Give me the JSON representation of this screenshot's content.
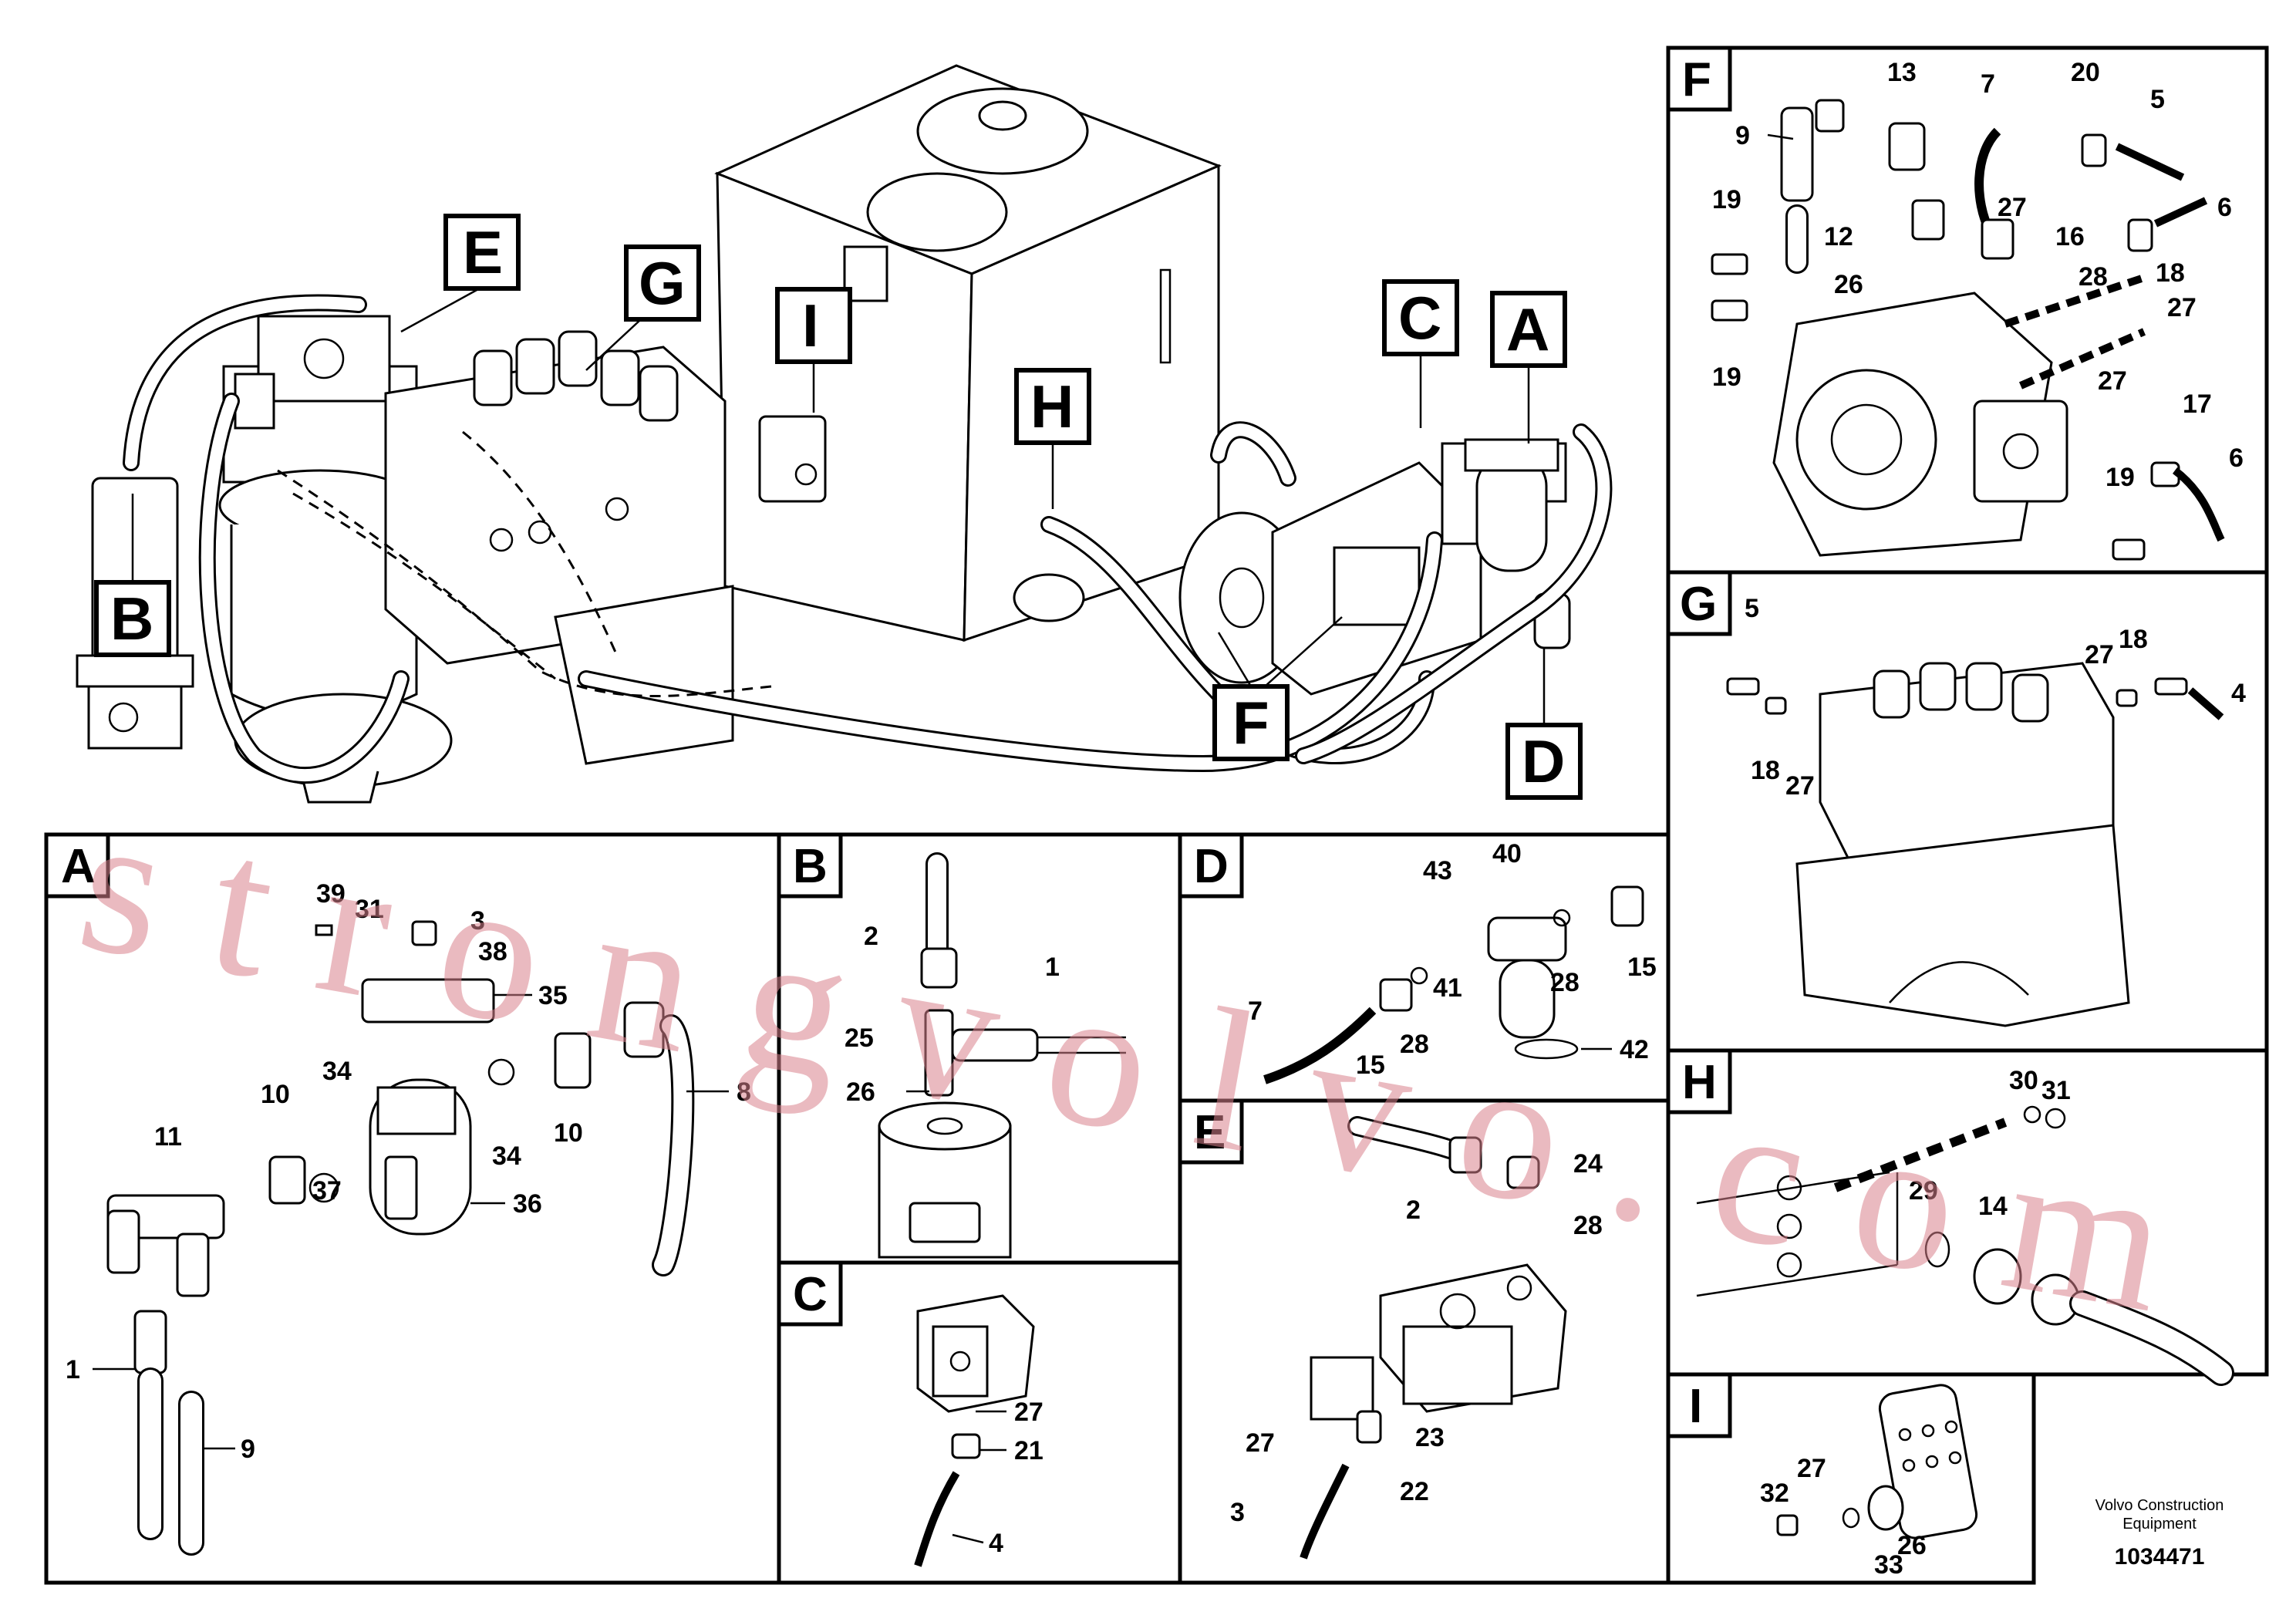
{
  "main_view": {
    "callouts": {
      "E": "E",
      "G": "G",
      "I": "I",
      "H": "H",
      "C": "C",
      "A": "A",
      "B": "B",
      "F": "F",
      "D": "D"
    }
  },
  "panels": {
    "F": {
      "tag": "F",
      "labels": [
        "13",
        "7",
        "20",
        "5",
        "9",
        "27",
        "6",
        "19",
        "12",
        "16",
        "18",
        "26",
        "28",
        "27",
        "19",
        "27",
        "17",
        "19",
        "6"
      ]
    },
    "G": {
      "tag": "G",
      "labels": [
        "5",
        "27",
        "18",
        "4",
        "18",
        "27"
      ]
    },
    "A": {
      "tag": "A",
      "labels": [
        "39",
        "31",
        "3",
        "38",
        "35",
        "8",
        "10",
        "34",
        "11",
        "34",
        "10",
        "37",
        "36",
        "1",
        "9"
      ]
    },
    "B": {
      "tag": "B",
      "labels": [
        "2",
        "1",
        "25",
        "26"
      ]
    },
    "C": {
      "tag": "C",
      "labels": [
        "27",
        "21",
        "4"
      ]
    },
    "D": {
      "tag": "D",
      "labels": [
        "43",
        "40",
        "15",
        "28",
        "7",
        "41",
        "15",
        "28",
        "42"
      ]
    },
    "E": {
      "tag": "E",
      "labels": [
        "2",
        "24",
        "28",
        "27",
        "23",
        "3",
        "22"
      ]
    },
    "H": {
      "tag": "H",
      "labels": [
        "30",
        "31",
        "29",
        "14"
      ]
    },
    "I": {
      "tag": "I",
      "labels": [
        "32",
        "27",
        "33",
        "26"
      ]
    }
  },
  "caption": {
    "line1": "Volvo Construction",
    "line2": "Equipment",
    "number": "1034471"
  },
  "watermark": {
    "text": "strongvolvo.com"
  }
}
